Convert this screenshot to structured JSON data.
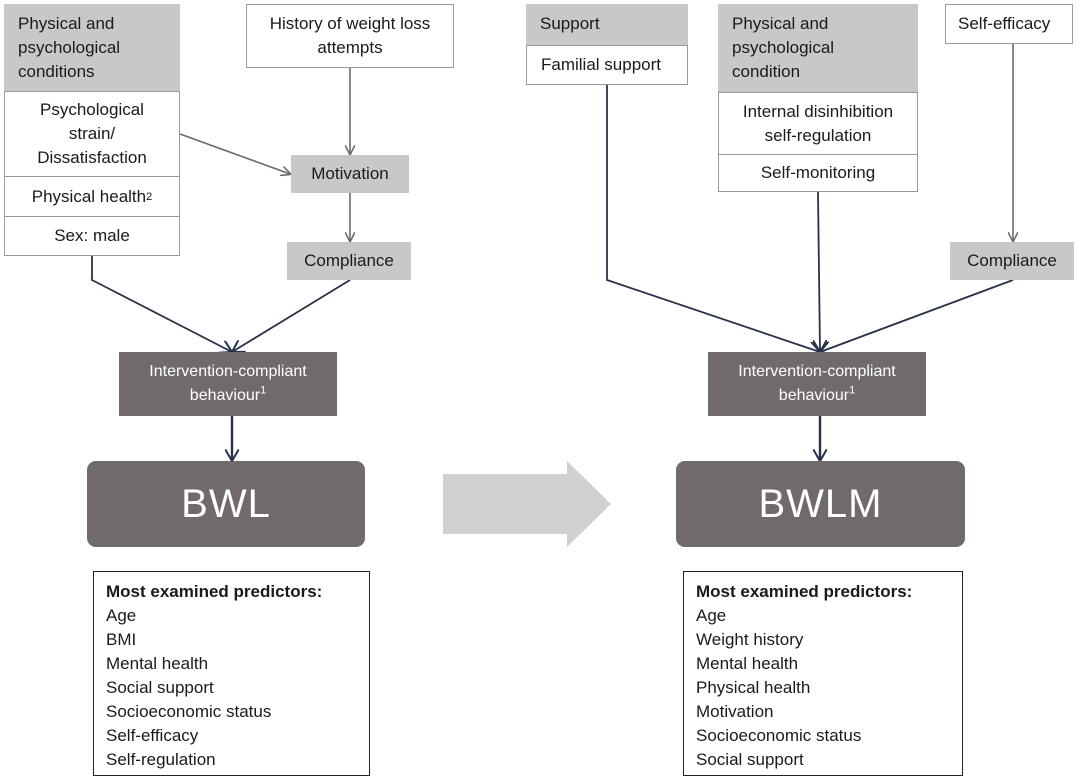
{
  "left": {
    "conditions_header": "Physical and psychological conditions",
    "strain": "Psychological strain/ Dissatisfaction",
    "physical_health": "Physical health",
    "physical_health_sup": "2",
    "sex": "Sex: male",
    "history": "History of weight loss attempts",
    "motivation": "Motivation",
    "compliance": "Compliance",
    "behaviour": "Intervention-compliant behaviour",
    "behaviour_sup": "1",
    "outcome": "BWL",
    "predictors_title": "Most examined predictors:",
    "predictors": [
      "Age",
      "BMI",
      "Mental health",
      "Social support",
      "Socioeconomic status",
      "Self-efficacy",
      "Self-regulation"
    ]
  },
  "right": {
    "support_header": "Support",
    "familial_support": "Familial  support",
    "condition_header": "Physical and psychological condition",
    "disinhibition": "Internal disinhibition self-regulation",
    "self_monitoring": "Self-monitoring",
    "self_efficacy": "Self-efficacy",
    "compliance": "Compliance",
    "behaviour": "Intervention-compliant behaviour",
    "behaviour_sup": "1",
    "outcome": "BWLM",
    "predictors_title": "Most examined predictors:",
    "predictors": [
      "Age",
      "Weight history",
      "Mental health",
      "Physical health",
      "Motivation",
      "Socioeconomic status",
      "Social support"
    ]
  },
  "colors": {
    "header_gray": "#c8c8c8",
    "dark_box": "#716a6b",
    "big_arrow": "#d0d0d0",
    "arrow_dark": "#27324a",
    "arrow_gray": "#6b6b6b"
  }
}
